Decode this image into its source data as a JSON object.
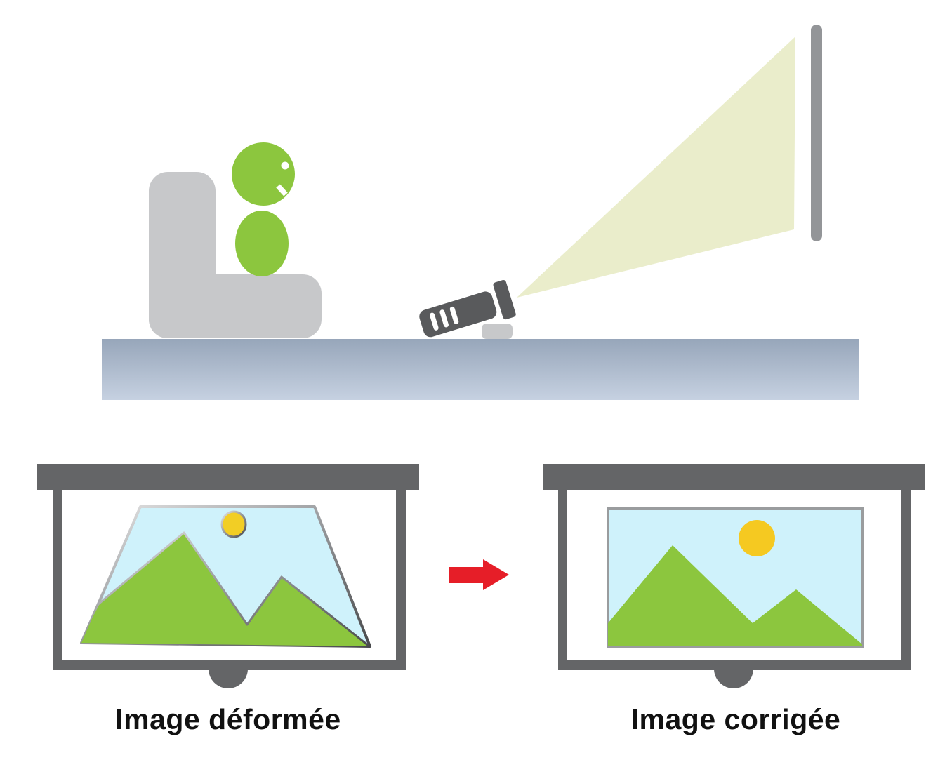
{
  "diagram": {
    "title": "projector-keystone-correction-diagram",
    "captions": {
      "left": "Image déformée",
      "right": "Image corrigée"
    },
    "icons": [
      "person-icon",
      "armchair-icon",
      "table-icon",
      "projector-icon",
      "projector-stand-icon",
      "projection-beam",
      "wall-screen-icon",
      "projection-screen-icon",
      "screen-pull-knob-icon",
      "mountain-landscape-icon",
      "sun-icon",
      "right-arrow-icon"
    ]
  },
  "colors": {
    "person_green": "#8CC63E",
    "chair_gray": "#C7C8CA",
    "table_top": "#97A6BA",
    "table_bottom": "#C6D1E1",
    "projector_gray": "#595A5C",
    "beam_yellow": "#EAEDCB",
    "wall_screen_gray": "#939598",
    "frame_gray": "#646567",
    "sky_blue": "#CFF2FB",
    "mountain_green": "#8CC63E",
    "sun_yellow": "#F5C921",
    "sun_yellow_distorted": "#F2CE25",
    "image_border_gray": "#9A9C9E",
    "arrow_red": "#E61E28",
    "text_black": "#111111"
  }
}
